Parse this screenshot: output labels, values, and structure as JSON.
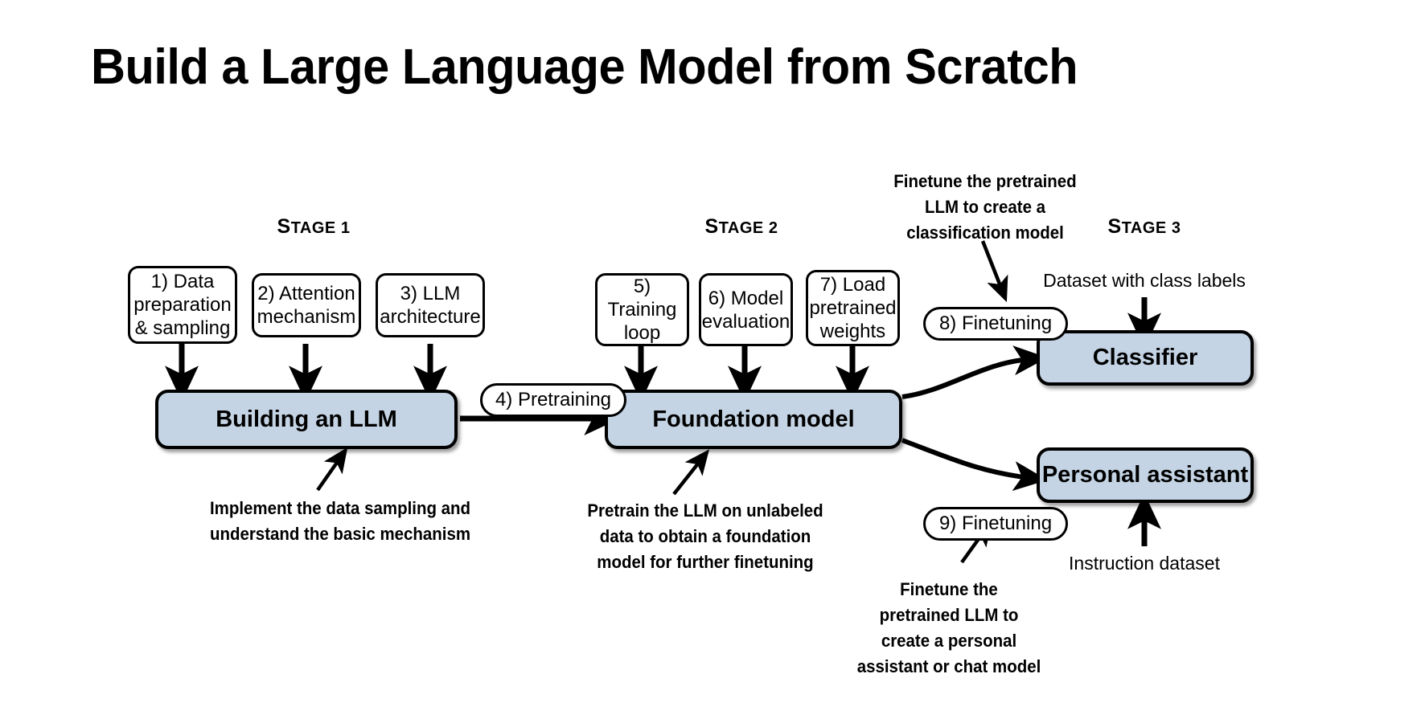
{
  "title": "Build a Large Language Model from Scratch",
  "theme": {
    "background": "#ffffff",
    "box_fill_blue": "#c4d4e4",
    "box_fill_white": "#ffffff",
    "stroke": "#000000",
    "text": "#000000"
  },
  "stages": [
    {
      "id": "stage-1",
      "prefix": "S",
      "rest": "TAGE 1",
      "full": "Stage 1"
    },
    {
      "id": "stage-2",
      "prefix": "S",
      "rest": "TAGE 2",
      "full": "Stage 2"
    },
    {
      "id": "stage-3",
      "prefix": "S",
      "rest": "TAGE 3",
      "full": "Stage 3"
    }
  ],
  "stage1": {
    "steps": [
      {
        "id": "step-1",
        "line1": "1) Data",
        "line2": "preparation",
        "line3": "& sampling"
      },
      {
        "id": "step-2",
        "line1": "2) Attention",
        "line2": "mechanism",
        "line3": ""
      },
      {
        "id": "step-3",
        "line1": "3) LLM",
        "line2": "architecture",
        "line3": ""
      }
    ],
    "result_box": "Building an LLM",
    "annotation_line1": "Implement the data sampling and",
    "annotation_line2": "understand the basic mechanism"
  },
  "transition": {
    "pretraining_label": "4) Pretraining"
  },
  "stage2": {
    "steps": [
      {
        "id": "step-5",
        "line1": "5) Training",
        "line2": "loop",
        "line3": ""
      },
      {
        "id": "step-6",
        "line1": "6) Model",
        "line2": "evaluation",
        "line3": ""
      },
      {
        "id": "step-7",
        "line1": "7) Load",
        "line2": "pretrained",
        "line3": "weights"
      }
    ],
    "result_box": "Foundation model",
    "annotation_line1": "Pretrain the LLM on unlabeled",
    "annotation_line2": "data to obtain a foundation",
    "annotation_line3": "model for further finetuning"
  },
  "stage3": {
    "classifier_branch": {
      "finetuning_label": "8) Finetuning",
      "dataset_label": "Dataset with class labels",
      "result_box": "Classifier",
      "annotation_line1": "Finetune the pretrained",
      "annotation_line2": "LLM to create a",
      "annotation_line3": "classification model"
    },
    "assistant_branch": {
      "finetuning_label": "9) Finetuning",
      "dataset_label": "Instruction dataset",
      "result_box": "Personal assistant",
      "annotation_line1": "Finetune the",
      "annotation_line2": "pretrained LLM to",
      "annotation_line3": "create a personal",
      "annotation_line4": "assistant or chat model"
    }
  }
}
